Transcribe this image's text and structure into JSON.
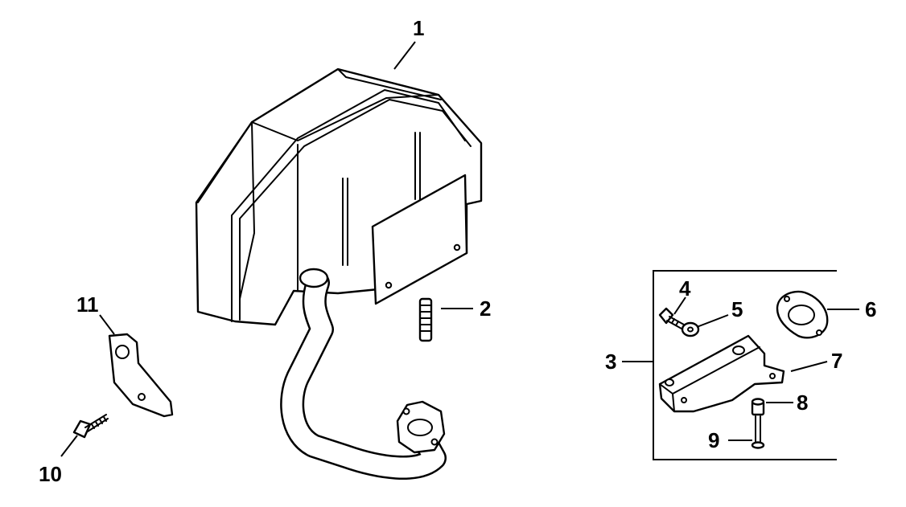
{
  "callouts": {
    "muffler": "1",
    "stud": "2",
    "bracket_kit": "3",
    "kit_screw": "4",
    "kit_washer": "5",
    "kit_gasket": "6",
    "kit_bracket": "7",
    "kit_spacer": "8",
    "kit_bolt": "9",
    "screw": "10",
    "support_bracket": "11"
  },
  "colors": {
    "line": "#000000",
    "background": "#ffffff"
  }
}
